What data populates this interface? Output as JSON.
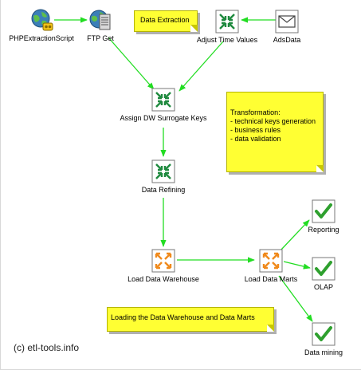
{
  "diagram": {
    "nodes": {
      "php_extraction": {
        "label": "PHPExtractionScript",
        "icon": "php-script-icon"
      },
      "ftp_get": {
        "label": "FTP Get",
        "icon": "ftp-server-icon"
      },
      "adjust_time": {
        "label": "Adjust Time Values",
        "icon": "merge-arrows-icon"
      },
      "ads_data": {
        "label": "AdsData",
        "icon": "envelope-icon"
      },
      "assign_keys": {
        "label": "Assign DW Surrogate Keys",
        "icon": "merge-arrows-icon"
      },
      "data_refining": {
        "label": "Data Refining",
        "icon": "merge-arrows-icon"
      },
      "load_dw": {
        "label": "Load Data Warehouse",
        "icon": "split-arrows-icon"
      },
      "load_marts": {
        "label": "Load Data Marts",
        "icon": "split-arrows-icon"
      },
      "reporting": {
        "label": "Reporting",
        "icon": "checkmark-icon"
      },
      "olap": {
        "label": "OLAP",
        "icon": "checkmark-icon"
      },
      "data_mining": {
        "label": "Data mining",
        "icon": "checkmark-icon"
      }
    },
    "notes": {
      "data_extraction": {
        "lines": [
          "Data Extraction"
        ]
      },
      "transformation": {
        "lines": [
          "Transformation:",
          "- technical keys generation",
          "- business rules",
          "- data validation"
        ]
      },
      "loading": {
        "lines": [
          "Loading the Data Warehouse and Data Marts"
        ]
      }
    },
    "copyright": "(c) etl-tools.info"
  },
  "colors": {
    "connector": "#22dd22",
    "note_fill": "#ffff33",
    "merge_icon": "#1f8a3f",
    "split_icon": "#f08a1c",
    "check_icon": "#2ea02e"
  }
}
